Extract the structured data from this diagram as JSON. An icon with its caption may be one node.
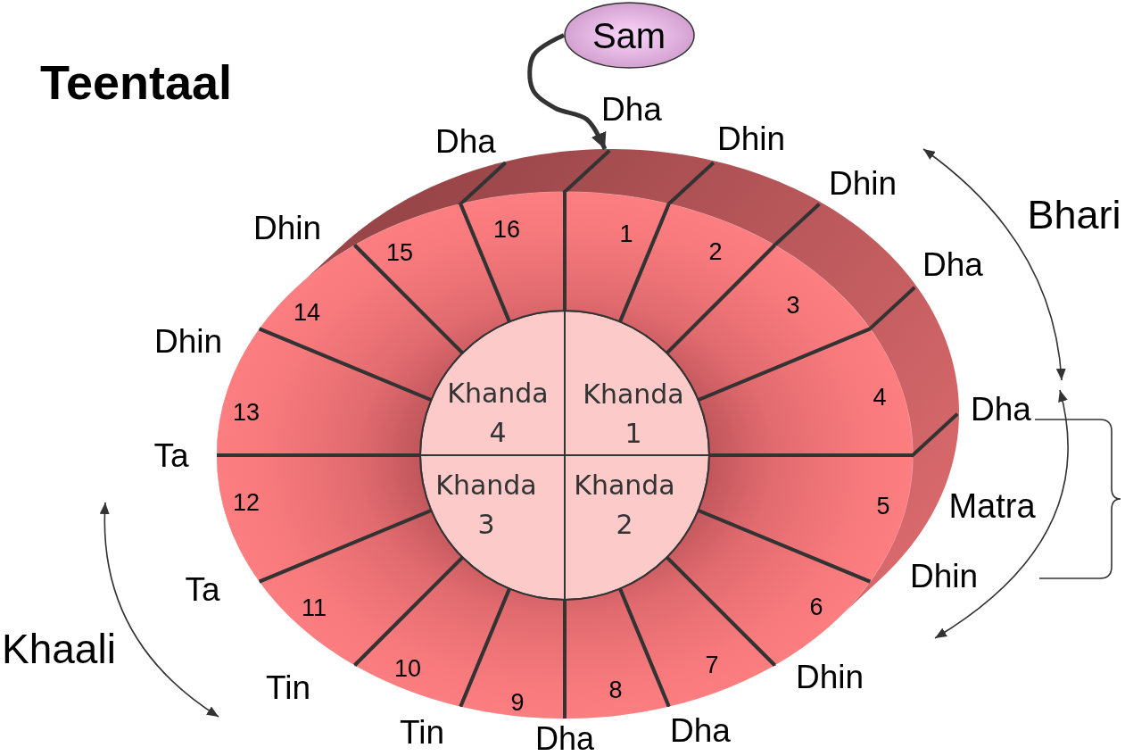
{
  "diagram": {
    "title": "Teentaal",
    "nodes": [
      {
        "text": [
          "Sam"
        ]
      },
      {
        "text": [],
        "shape": "cylinder"
      },
      {
        "text": [
          "1"
        ],
        "in": 1
      },
      {
        "text": [
          "2"
        ],
        "in": 1
      },
      {
        "text": [
          "3"
        ],
        "in": 1
      },
      {
        "text": [
          "4"
        ],
        "in": 1
      },
      {
        "text": [
          "5"
        ],
        "in": 1
      },
      {
        "text": [
          "6"
        ],
        "in": 1
      },
      {
        "text": [
          "7"
        ],
        "in": 1
      },
      {
        "text": [
          "8"
        ],
        "in": 1
      },
      {
        "text": [
          "9"
        ],
        "in": 1
      },
      {
        "text": [
          "10"
        ],
        "in": 1
      },
      {
        "text": [
          "11"
        ],
        "in": 1
      },
      {
        "text": [
          "12"
        ],
        "in": 1
      },
      {
        "text": [
          "13"
        ],
        "in": 1
      },
      {
        "text": [
          "14"
        ],
        "in": 1
      },
      {
        "text": [
          "15"
        ],
        "in": 1
      },
      {
        "text": [
          "16"
        ],
        "in": 1
      },
      {
        "text": [
          "Khanda 1"
        ],
        "in": 1
      },
      {
        "text": [
          "Khanda 2"
        ],
        "in": 1
      },
      {
        "text": [
          "Khanda 3"
        ],
        "in": 1
      },
      {
        "text": [
          "Khanda 4"
        ],
        "in": 1
      }
    ],
    "edges": [
      {
        "from": 0,
        "to": 1,
        "arrow": "to"
      }
    ],
    "labels": [
      "Dha",
      "Dhin",
      "Dhin",
      "Dha",
      "Dha",
      "Dhin",
      "Dhin",
      "Dha",
      "Dha",
      "Tin",
      "Tin",
      "Ta",
      "Ta",
      "Dhin",
      "Dhin",
      "Dha",
      "Bhari",
      "Matra",
      "Khaali"
    ]
  }
}
